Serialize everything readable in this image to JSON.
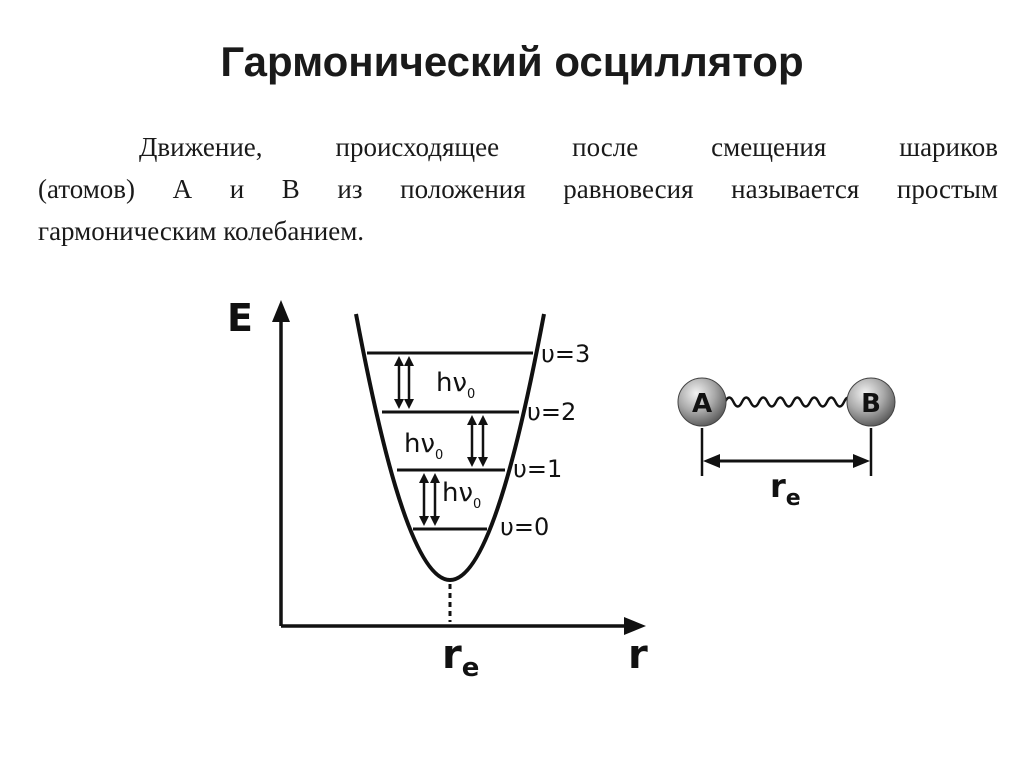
{
  "title": "Гармонический осциллятор",
  "paragraph": {
    "lines": [
      "Движение, происходящее после смещения шариков",
      "(атомов) А и В из положения равновесия называется простым",
      "гармоническим колебанием."
    ]
  },
  "diagram": {
    "energy_axis_label": "E",
    "distance_axis_label": "r",
    "equilibrium_label": {
      "main": "r",
      "sub": "e"
    },
    "levels": [
      {
        "name": "υ=0"
      },
      {
        "name": "υ=1"
      },
      {
        "name": "υ=2"
      },
      {
        "name": "υ=3"
      }
    ],
    "quantum_label": {
      "main": "hν",
      "sub": "0"
    }
  },
  "molecule": {
    "atom_a": "A",
    "atom_b": "B",
    "bond_length_label": {
      "main": "r",
      "sub": "e"
    }
  }
}
